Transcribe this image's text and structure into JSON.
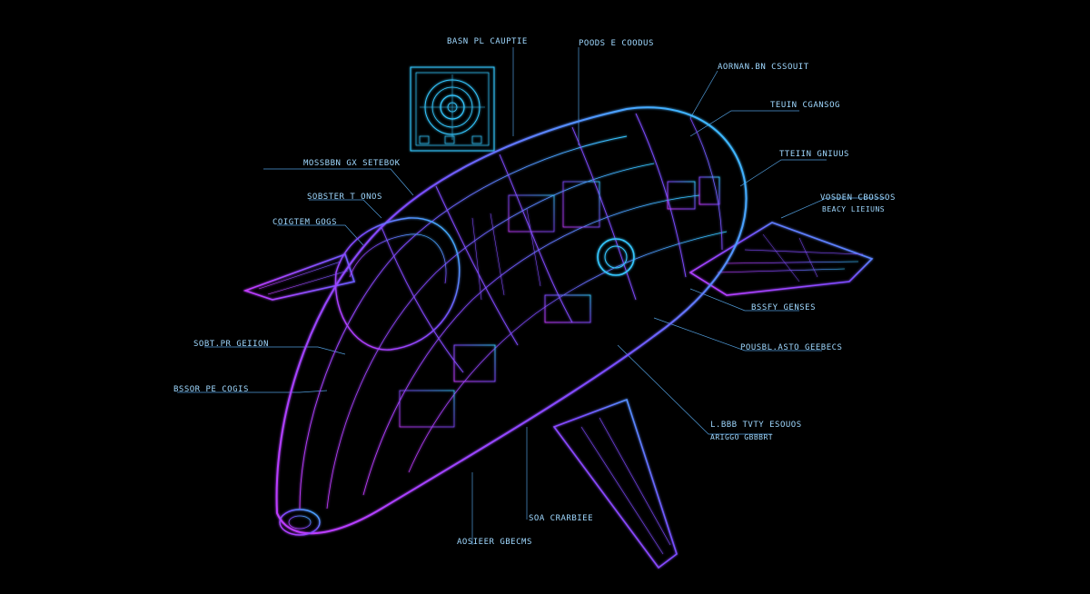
{
  "colors": {
    "background": "#000000",
    "cyan": "#35c8ff",
    "magenta": "#c23bff",
    "violet": "#7a4dff",
    "label": "#9fd8ff"
  },
  "callouts": [
    {
      "id": "top-1",
      "text": "BASN PL CAUPTIE"
    },
    {
      "id": "top-2",
      "text": "POODS E COODUS"
    },
    {
      "id": "right-1",
      "text": "AORNAN.BN CSSOUIT"
    },
    {
      "id": "right-2",
      "text": "TEUIN CGANSOG"
    },
    {
      "id": "right-3",
      "text": "TTEIIN GNIUUS"
    },
    {
      "id": "right-4a",
      "text": "VOSDEN CBOSSOS"
    },
    {
      "id": "right-4b",
      "text": "BEACY LIEIUNS"
    },
    {
      "id": "right-5",
      "text": "BSSFY GENSES"
    },
    {
      "id": "right-6",
      "text": "POUSBL.ASTO GEEBECS"
    },
    {
      "id": "right-7a",
      "text": "L.BBB TVTY ESOUOS"
    },
    {
      "id": "right-7b",
      "text": "ARIGGO GBBBRT"
    },
    {
      "id": "left-1",
      "text": "MOSSBBN GX SETEBOK"
    },
    {
      "id": "left-2",
      "text": "SOBSTER T ONOS"
    },
    {
      "id": "left-3",
      "text": "COIGTEM GOGS"
    },
    {
      "id": "left-4",
      "text": "SOBT.PR GEIION"
    },
    {
      "id": "left-5",
      "text": "BSSOR PE COGIS"
    },
    {
      "id": "bottom-1",
      "text": "SOA CRARBIEE"
    },
    {
      "id": "bottom-2",
      "text": "AOSIEER GBECMS"
    }
  ]
}
